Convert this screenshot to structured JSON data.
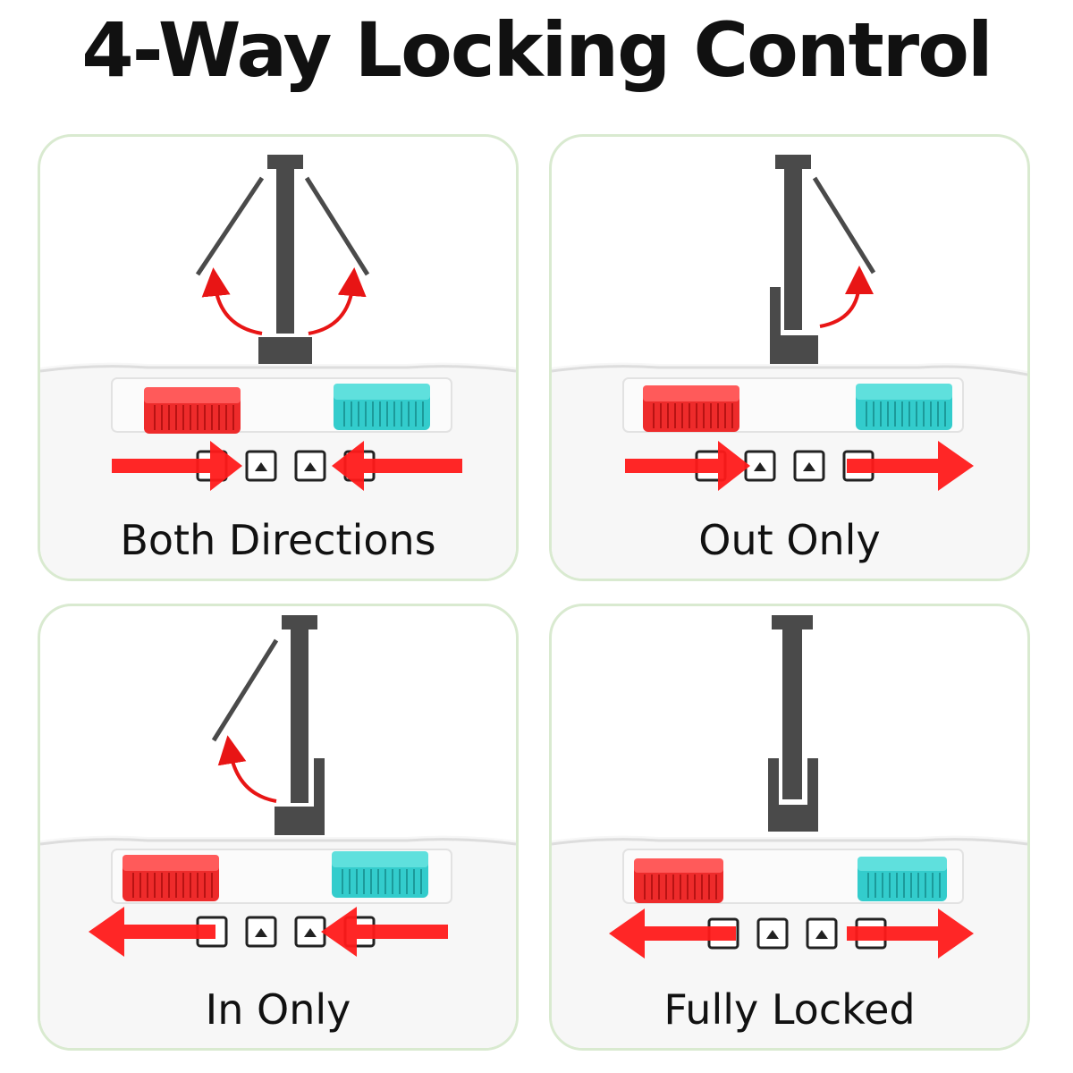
{
  "title": "4-Way Locking Control",
  "colors": {
    "arrow": "#ff1a1a",
    "door": "#4a4a4a",
    "red_slider": "#ee2b2b",
    "teal_slider": "#33cccc"
  },
  "panels": [
    {
      "label": "Both Directions"
    },
    {
      "label": "Out Only"
    },
    {
      "label": "In Only"
    },
    {
      "label": "Fully Locked"
    }
  ]
}
